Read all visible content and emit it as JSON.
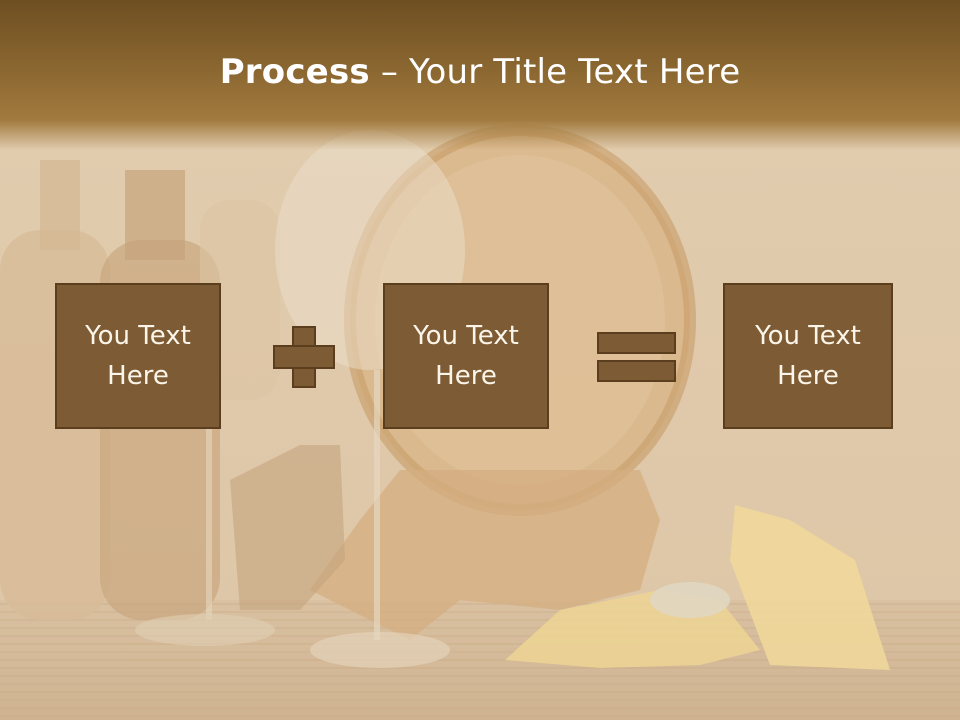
{
  "title": {
    "bold": "Process",
    "rest": " – Your Title Text Here"
  },
  "boxes": [
    {
      "text": "You Text\nHere"
    },
    {
      "text": "You Text\nHere"
    },
    {
      "text": "You Text\nHere"
    }
  ],
  "colors": {
    "box_fill": "#7d5c35",
    "box_border": "#5a3e1e",
    "title_bar": "#8a6630"
  },
  "icons": [
    "plus-icon",
    "equals-icon"
  ]
}
